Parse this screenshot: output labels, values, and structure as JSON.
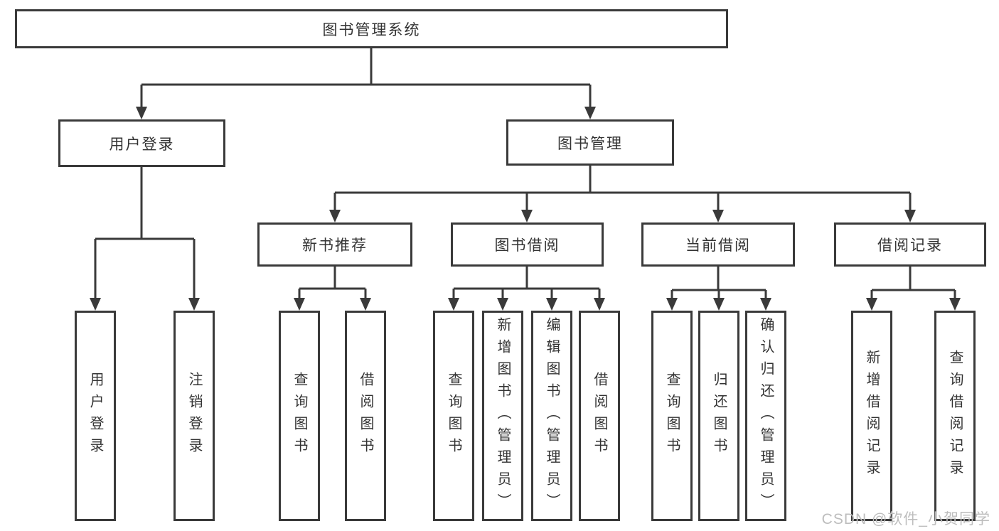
{
  "tree": {
    "label": "图书管理系统",
    "children": [
      {
        "label": "用户登录",
        "children": [
          {
            "label": "用户登录"
          },
          {
            "label": "注销登录"
          }
        ]
      },
      {
        "label": "图书管理",
        "children": [
          {
            "label": "新书推荐",
            "children": [
              {
                "label": "查询图书"
              },
              {
                "label": "借阅图书"
              }
            ]
          },
          {
            "label": "图书借阅",
            "children": [
              {
                "label": "查询图书"
              },
              {
                "label": "新增图书（管理员）"
              },
              {
                "label": "编辑图书（管理员）"
              },
              {
                "label": "借阅图书"
              }
            ]
          },
          {
            "label": "当前借阅",
            "children": [
              {
                "label": "查询图书"
              },
              {
                "label": "归还图书"
              },
              {
                "label": "确认归还（管理员）"
              }
            ]
          },
          {
            "label": "借阅记录",
            "children": [
              {
                "label": "新增借阅记录"
              },
              {
                "label": "查询借阅记录"
              }
            ]
          }
        ]
      }
    ]
  },
  "watermark": {
    "text": "CSDN @软件_小贺同学"
  },
  "colors": {
    "line": "#3a3a3a",
    "box_border": "#3a3a3a",
    "text": "#333333",
    "watermark": "#bdbdbd",
    "background": "#ffffff"
  }
}
